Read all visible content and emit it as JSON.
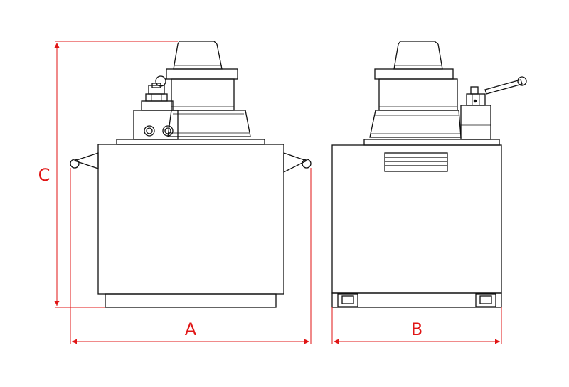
{
  "colors": {
    "outline": "#111111",
    "dimension": "#e01515",
    "background": "#ffffff"
  },
  "dimensions": {
    "width_label": "A",
    "depth_label": "B",
    "height_label": "C"
  },
  "views": [
    {
      "id": "front",
      "name": "front-view"
    },
    {
      "id": "side",
      "name": "side-view"
    }
  ]
}
